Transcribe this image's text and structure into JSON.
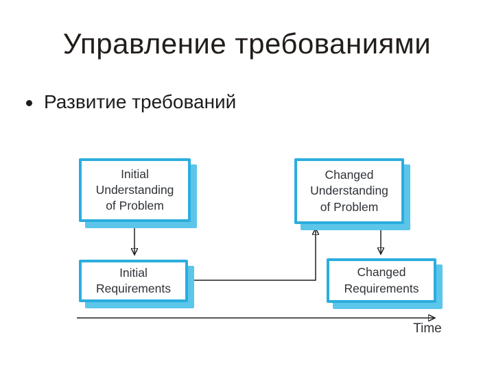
{
  "slide": {
    "title": "Управление требованиями",
    "bullet": "Развитие требований"
  },
  "diagram": {
    "boxes": [
      {
        "label": "Initial Understanding of Problem"
      },
      {
        "label": "Changed Understanding of Problem"
      },
      {
        "label": "Initial Requirements"
      },
      {
        "label": "Changed Requirements"
      }
    ],
    "time_label": "Time"
  },
  "colors": {
    "title-color": "#221d1a",
    "text-color": "#1c1c1c",
    "box-border": "#2badde",
    "box-shadow": "#5bc6ea",
    "connector-color": "#1f1f1f",
    "box-text": "#2e3237"
  }
}
